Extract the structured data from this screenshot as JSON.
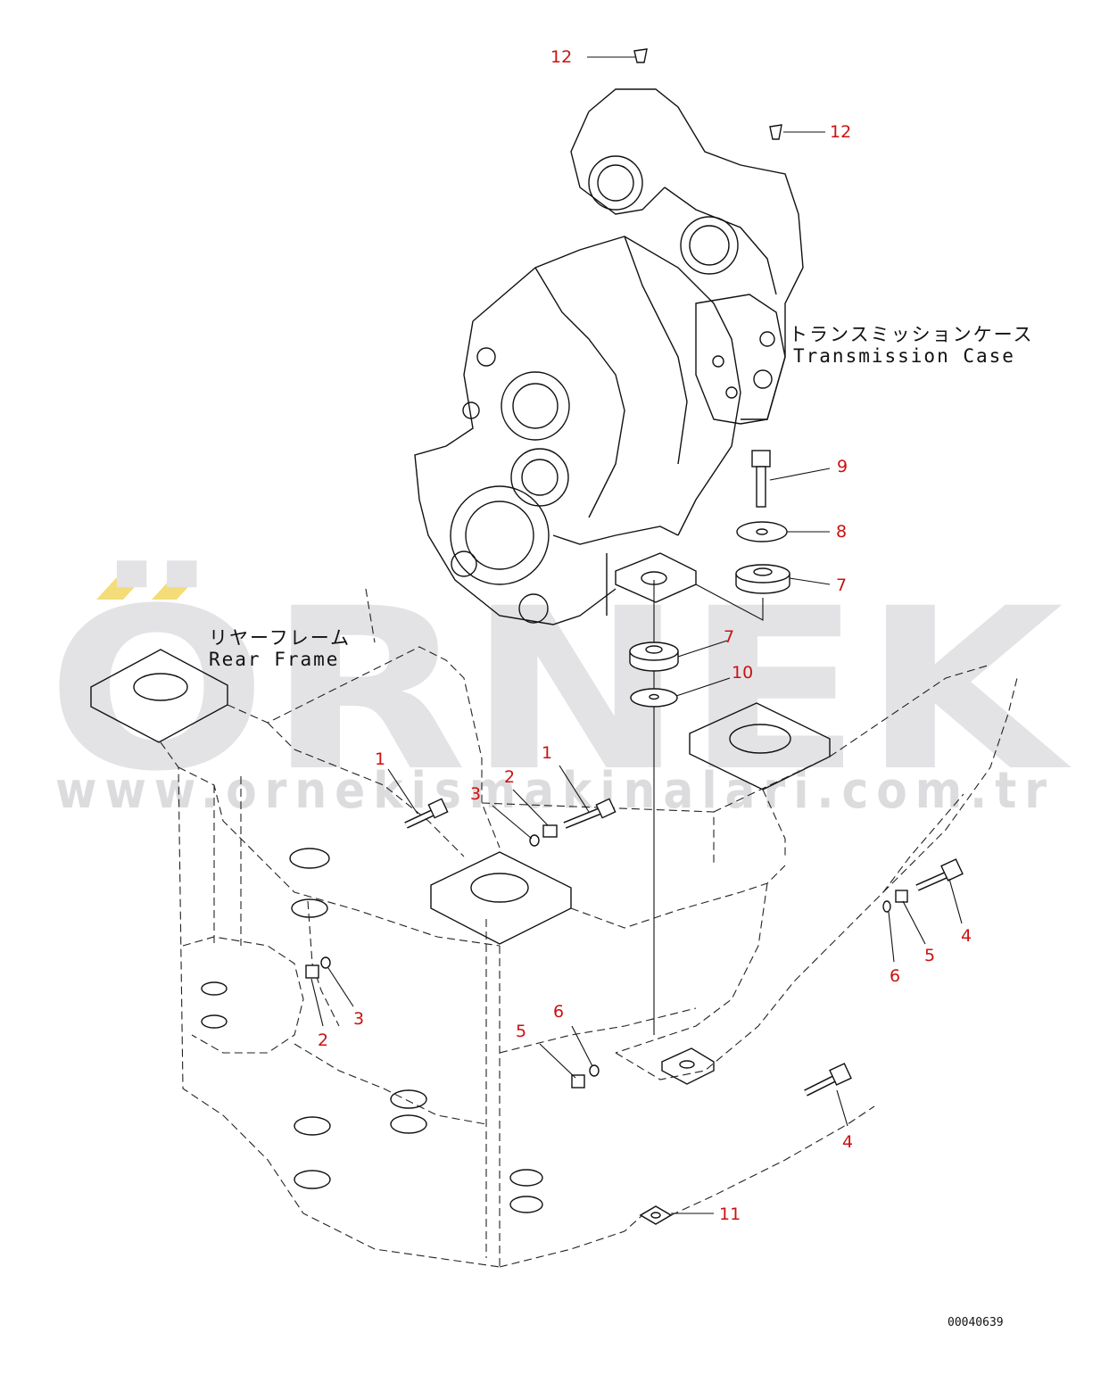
{
  "watermark": {
    "brand": "ÖRNEK",
    "url": "www.ornekismakinalari.com.tr",
    "accent_color": "#f4dc78",
    "text_color": "#e3e3e6"
  },
  "labels": {
    "transmission_jp": "トランスミッションケース",
    "transmission_en": "Transmission Case",
    "rear_frame_jp": "リヤーフレーム",
    "rear_frame_en": "Rear Frame"
  },
  "drawing_number": "00040639",
  "callout_color": "#cc1111",
  "callouts": [
    {
      "id": "c12a",
      "text": "12"
    },
    {
      "id": "c12b",
      "text": "12"
    },
    {
      "id": "c9",
      "text": "9"
    },
    {
      "id": "c8",
      "text": "8"
    },
    {
      "id": "c7a",
      "text": "7"
    },
    {
      "id": "c7b",
      "text": "7"
    },
    {
      "id": "c10",
      "text": "10"
    },
    {
      "id": "c1a",
      "text": "1"
    },
    {
      "id": "c3a",
      "text": "3"
    },
    {
      "id": "c2a",
      "text": "2"
    },
    {
      "id": "c1b",
      "text": "1"
    },
    {
      "id": "c4a",
      "text": "4"
    },
    {
      "id": "c5a",
      "text": "5"
    },
    {
      "id": "c6a",
      "text": "6"
    },
    {
      "id": "c3b",
      "text": "3"
    },
    {
      "id": "c2b",
      "text": "2"
    },
    {
      "id": "c6b",
      "text": "6"
    },
    {
      "id": "c5b",
      "text": "5"
    },
    {
      "id": "c4b",
      "text": "4"
    },
    {
      "id": "c11",
      "text": "11"
    }
  ]
}
